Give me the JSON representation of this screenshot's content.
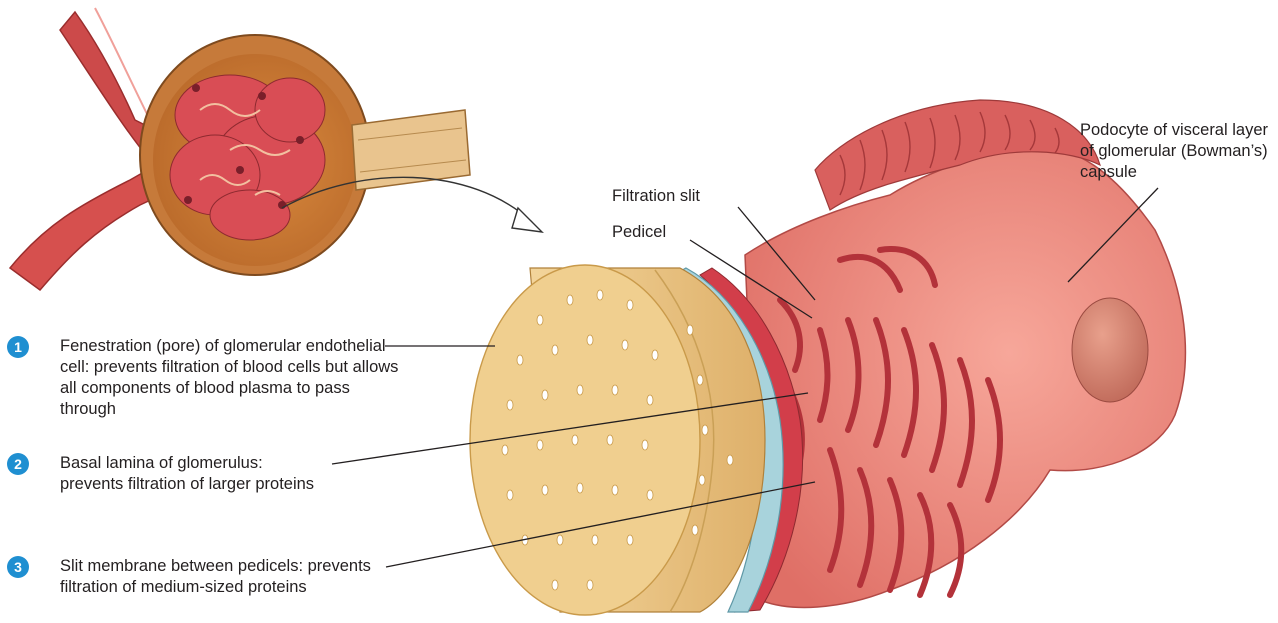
{
  "colors": {
    "badge": "#1f8fd1",
    "endothelium": "#e9c27a",
    "basal_lamina": "#a8d3dc",
    "podocyte": "#e98a7e",
    "capillary": "#d94a4e",
    "leader_line": "#231f20"
  },
  "callouts": [
    {
      "number": "1",
      "text": "Fenestration (pore) of glomerular endothelial cell: prevents filtration of blood cells but allows all components of blood plasma to pass through"
    },
    {
      "number": "2",
      "text": "Basal lamina of glomerulus: prevents filtration of larger proteins"
    },
    {
      "number": "3",
      "text": "Slit membrane between pedicels: prevents filtration of medium-sized proteins"
    }
  ],
  "labels": {
    "filtration_slit": "Filtration slit",
    "pedicel": "Pedicel",
    "podocyte": "Podocyte of visceral layer of glomerular (Bowman’s) capsule"
  }
}
